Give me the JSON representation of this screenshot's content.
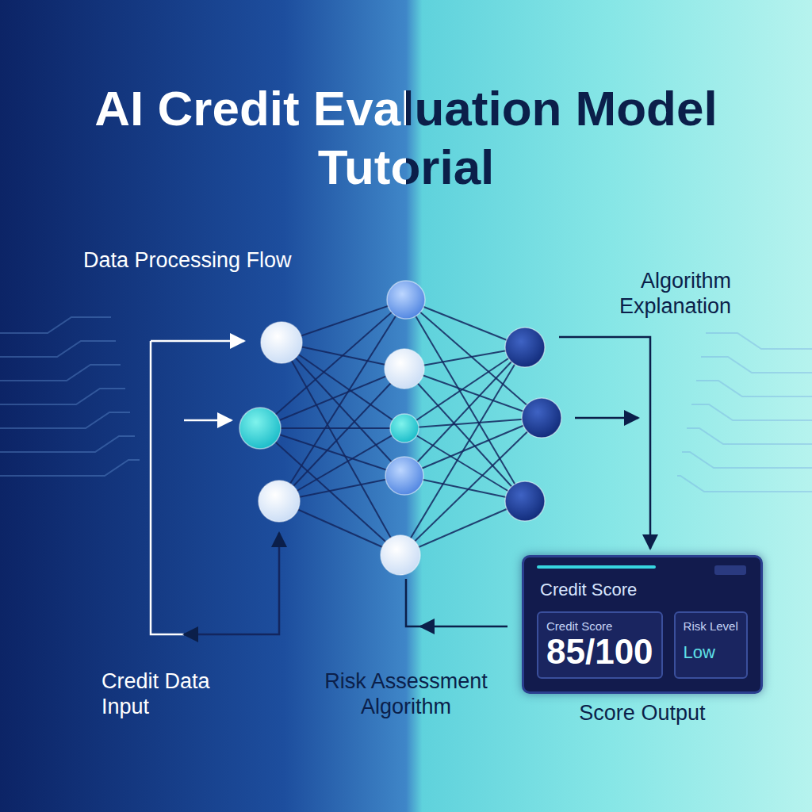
{
  "diagram": {
    "title": "AI Credit Evaluation Model Tutorial",
    "nodes": [
      {
        "text": [
          "Credit Score"
        ]
      },
      {
        "text": [
          "Credit Score",
          "85/100"
        ],
        "in": 0
      },
      {
        "text": [
          "Risk Level",
          "Low"
        ],
        "in": 0
      }
    ],
    "labels": [
      "Data Processing Flow",
      "Algorithm Explanation",
      "Credit Data Input",
      "Risk Assessment Algorithm",
      "Score Output"
    ]
  }
}
